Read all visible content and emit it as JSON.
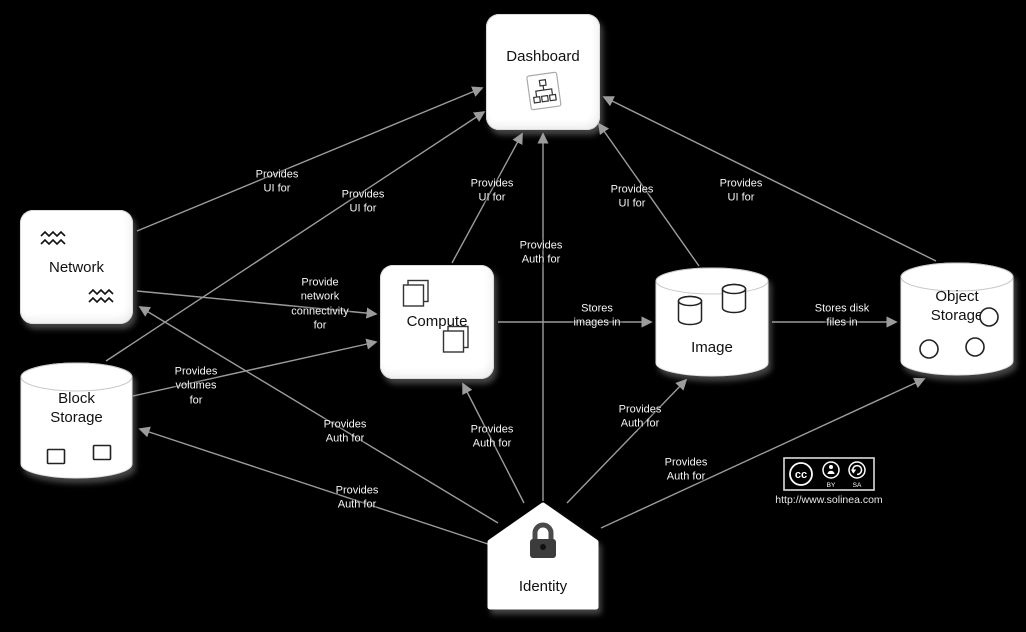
{
  "nodes": {
    "dashboard": {
      "label": "Dashboard"
    },
    "network": {
      "label": "Network"
    },
    "block_storage": {
      "label": "Block\nStorage"
    },
    "compute": {
      "label": "Compute"
    },
    "image": {
      "label": "Image"
    },
    "object_storage": {
      "label": "Object\nStorage"
    },
    "identity": {
      "label": "Identity"
    }
  },
  "edges": [
    {
      "from": "network",
      "to": "dashboard",
      "label": "Provides\nUI for"
    },
    {
      "from": "block_storage",
      "to": "dashboard",
      "label": "Provides\nUI for"
    },
    {
      "from": "compute",
      "to": "dashboard",
      "label": "Provides\nUI for"
    },
    {
      "from": "identity",
      "to": "dashboard",
      "label": "Provides\nAuth for"
    },
    {
      "from": "image",
      "to": "dashboard",
      "label": "Provides\nUI for"
    },
    {
      "from": "object_storage",
      "to": "dashboard",
      "label": "Provides\nUI for"
    },
    {
      "from": "network",
      "to": "compute",
      "label": "Provide\nnetwork\nconnectivity\nfor"
    },
    {
      "from": "block_storage",
      "to": "compute",
      "label": "Provides\nvolumes\nfor"
    },
    {
      "from": "compute",
      "to": "image",
      "label": "Stores\nimages in"
    },
    {
      "from": "image",
      "to": "object_storage",
      "label": "Stores disk\nfiles in"
    },
    {
      "from": "identity",
      "to": "network",
      "label": "Provides\nAuth for"
    },
    {
      "from": "identity",
      "to": "compute",
      "label": "Provides\nAuth for"
    },
    {
      "from": "identity",
      "to": "image",
      "label": "Provides\nAuth for"
    },
    {
      "from": "identity",
      "to": "object_storage",
      "label": "Provides\nAuth for"
    },
    {
      "from": "identity",
      "to": "block_storage",
      "label": "Provides\nAuth for"
    }
  ],
  "footer": {
    "license": {
      "cc": "cc",
      "by": "BY",
      "sa": "SA"
    },
    "url": "http://www.solinea.com"
  },
  "colors": {
    "background": "#000000",
    "node_fill": "#ffffff",
    "edge": "#9c9c9c",
    "label_text": "#f5f5f5"
  }
}
